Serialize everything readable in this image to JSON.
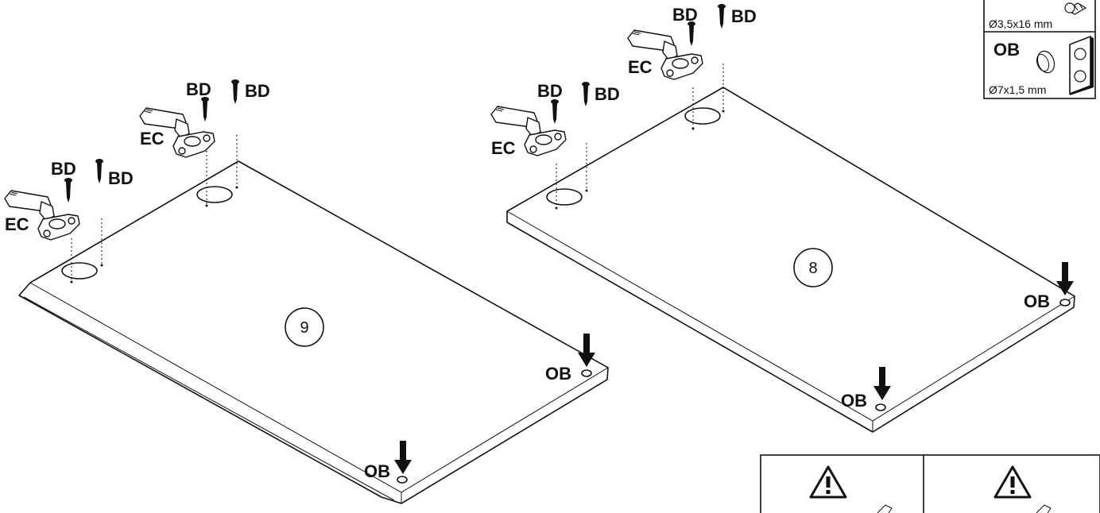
{
  "panels": [
    {
      "number": "9"
    },
    {
      "number": "8"
    }
  ],
  "labels": {
    "screw": "BD",
    "hinge": "EC",
    "bumper": "OB"
  },
  "legend": {
    "screw_spec": "Ø3,5x16 mm",
    "bumper_code": "OB",
    "bumper_spec": "Ø7x1,5 mm"
  },
  "colors": {
    "line": "#111111",
    "background": "#ffffff"
  },
  "icons": [
    "screw-icon",
    "hinge-icon",
    "bumper-icon",
    "warning-icon"
  ]
}
